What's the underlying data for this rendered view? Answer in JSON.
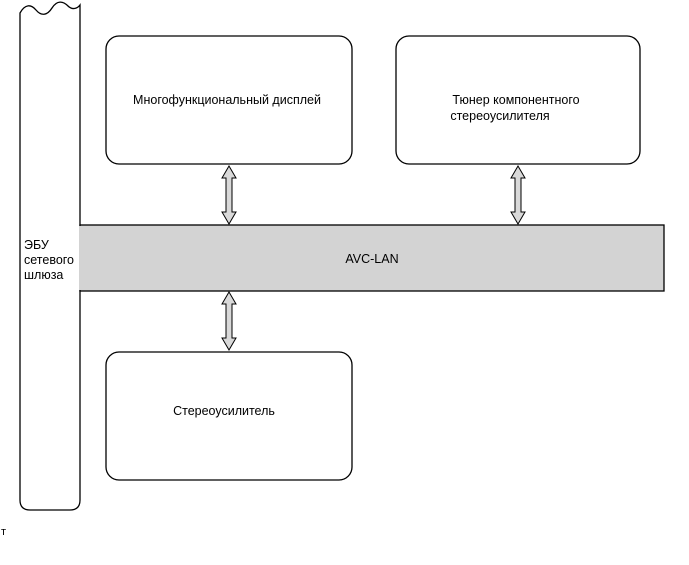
{
  "diagram": {
    "gateway_ecu": {
      "lines": [
        "ЭБУ",
        "сетевого",
        "шлюза"
      ]
    },
    "bus": {
      "label": "AVC-LAN",
      "fill": "#d3d3d3"
    },
    "nodes": {
      "display": {
        "lines": [
          "Многофункциональный дисплей"
        ]
      },
      "tuner": {
        "lines": [
          "Тюнер компонентного",
          "стереоусилителя"
        ]
      },
      "amplifier": {
        "lines": [
          "Стереоусилитель"
        ]
      }
    },
    "corner_mark": "т",
    "connector_fill": "#d9d9d9",
    "line_color": "#000000"
  }
}
